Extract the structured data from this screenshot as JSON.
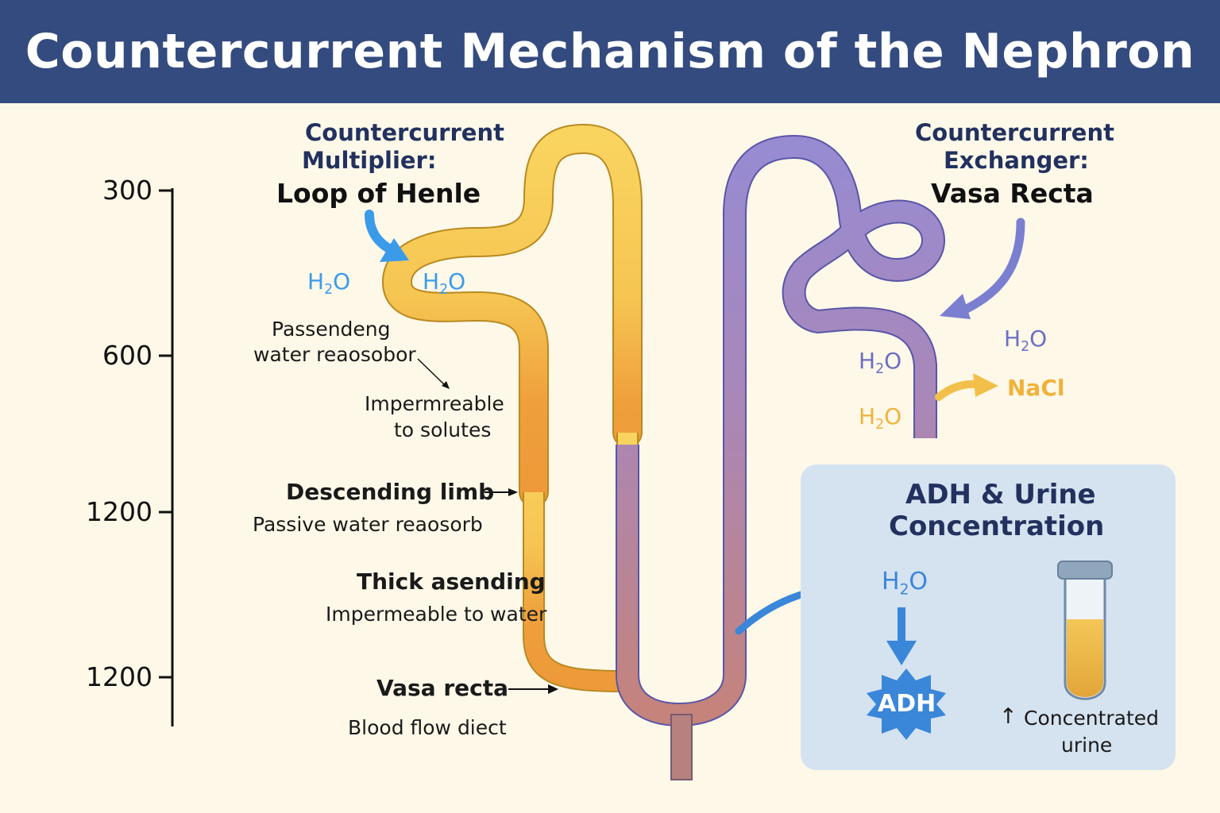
{
  "title": "Countercurrent Mechanism of the Nephron",
  "axis": {
    "ticks": [
      "300",
      "600",
      "1200",
      "1200"
    ]
  },
  "multiplier": {
    "heading_line1": "Countercurrent",
    "heading_line2": "Multiplier:",
    "name": "Loop of Henle"
  },
  "exchanger": {
    "heading_line1": "Countercurrent",
    "heading_line2": "Exchanger:",
    "name": "Vasa Recta"
  },
  "labels": {
    "h2o": "H",
    "h2o_sub": "2",
    "h2o_o": "O",
    "nacl": "NaCl",
    "passendeng": "Passendeng",
    "water_reab": "water reaosobor",
    "impermeable1": "Impermreable",
    "impermeable2": "to solutes",
    "descending": "Descending limb",
    "passive": "Passive water reaosorb",
    "thick": "Thick asending",
    "imperm_water": "Impermeable to water",
    "vasa": "Vasa recta",
    "blood": "Blood flow diect"
  },
  "adh": {
    "title1": "ADH & Urine",
    "title2": "Concentration",
    "badge": "ADH",
    "caption_arrow": "↑",
    "caption1": "Concentrated",
    "caption2": "urine"
  },
  "colors": {
    "banner": "#344b7f",
    "background": "#fdf8e8",
    "loop_yellow": "#f9d15c",
    "loop_orange": "#ee9b3c",
    "vasa_violet": "#8a84cf",
    "vasa_mauve": "#b7817f",
    "adh_blue": "#3a86d9"
  }
}
